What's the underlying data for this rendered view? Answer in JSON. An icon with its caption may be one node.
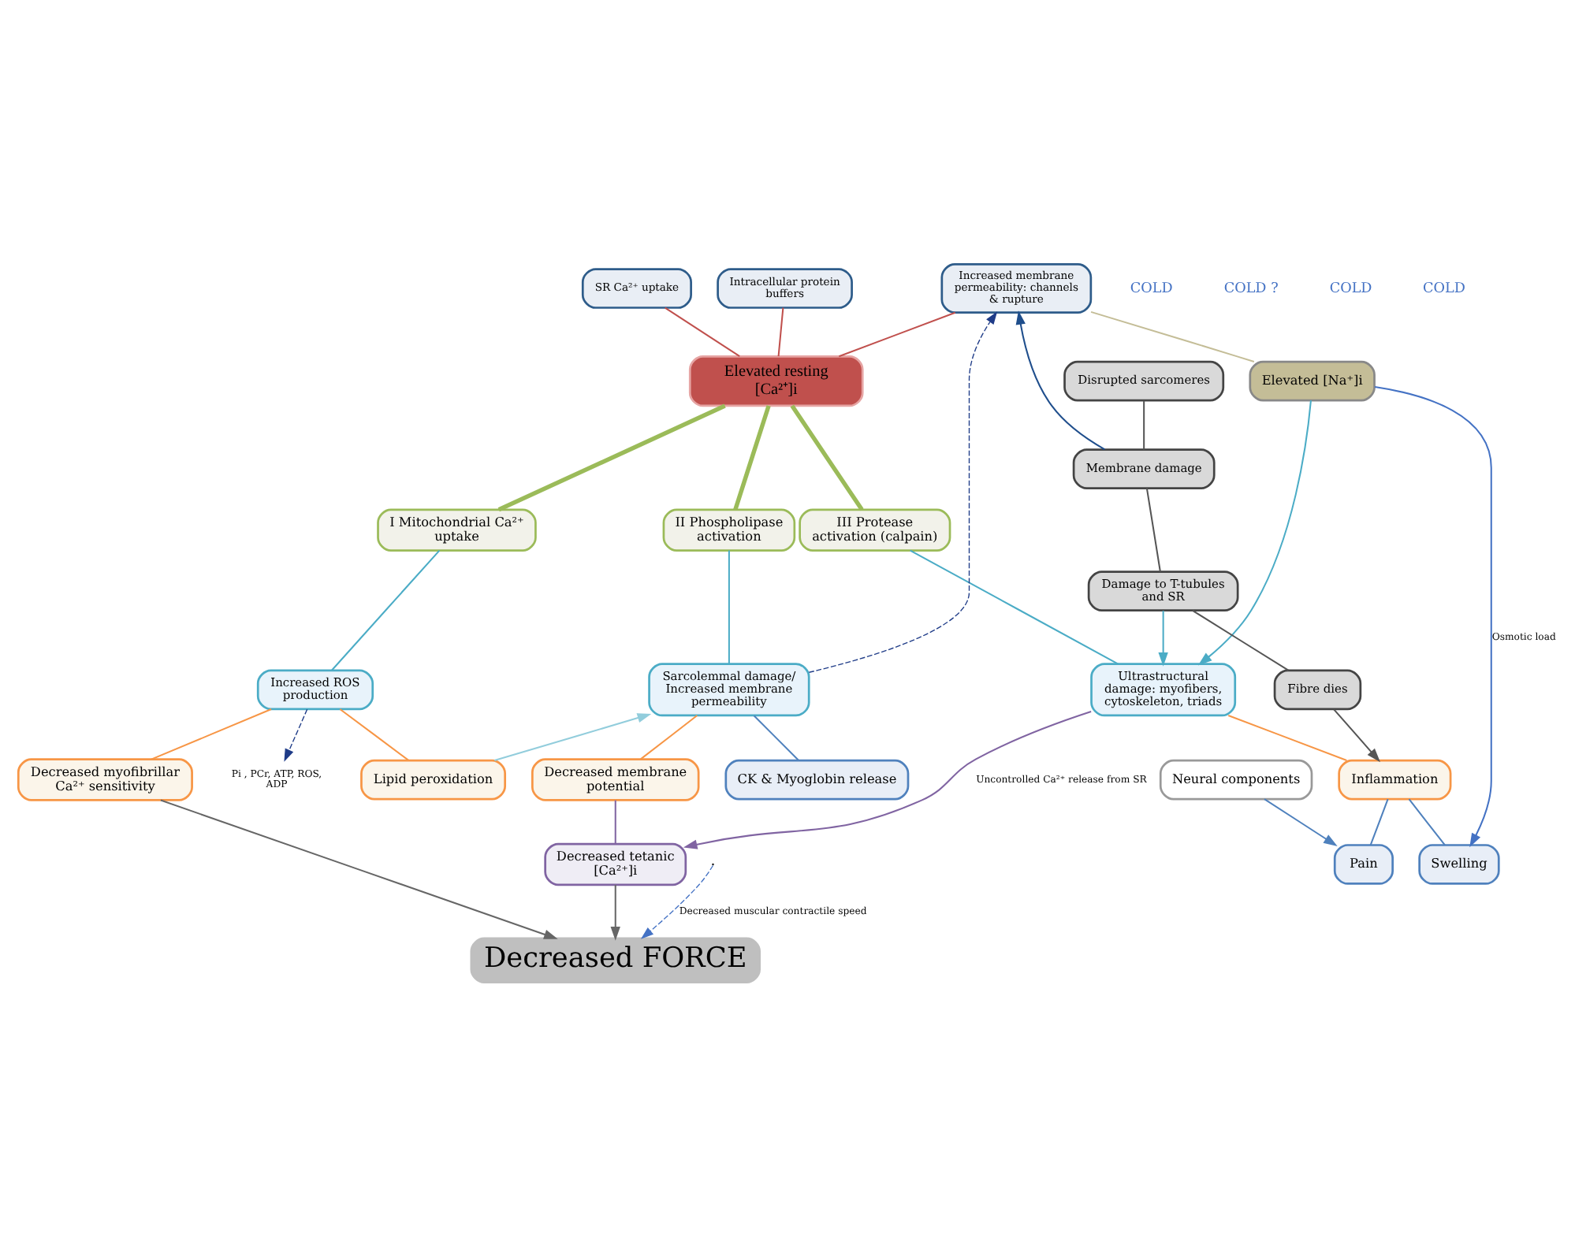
{
  "diagram": {
    "nodes": [
      {
        "text": [
          "SR Ca²⁺ uptake"
        ]
      },
      {
        "text": [
          "Intracellular protein buffers"
        ]
      },
      {
        "text": [
          "Increased membrane permeability: channels & rupture"
        ]
      },
      {
        "text": [
          "Elevated resting [Ca²⁺]i"
        ]
      },
      {
        "text": [
          "Elevated [Na⁺]i"
        ]
      },
      {
        "text": [
          "Disrupted sarcomeres"
        ]
      },
      {
        "text": [
          "Membrane damage"
        ]
      },
      {
        "text": [
          "Damage to T-tubules and SR"
        ]
      },
      {
        "text": [
          "Fibre dies"
        ]
      },
      {
        "text": [
          "I Mitochondrial Ca²⁺ uptake"
        ]
      },
      {
        "text": [
          "II Phospholipase activation"
        ]
      },
      {
        "text": [
          "III Protease activation (calpain)"
        ]
      },
      {
        "text": [
          "Increased ROS production"
        ]
      },
      {
        "text": [
          "Sarcolemmal damage/ Increased membrane permeability"
        ]
      },
      {
        "text": [
          "Ultrastructural damage: myofibers, cytoskeleton, triads"
        ]
      },
      {
        "text": [
          "Decreased myofibrillar Ca²⁺ sensitivity"
        ]
      },
      {
        "text": [
          "Lipid peroxidation"
        ]
      },
      {
        "text": [
          "CK & Myoglobin release"
        ]
      },
      {
        "text": [
          "Decreased membrane potential"
        ]
      },
      {
        "text": [
          "Decreased tetanic [Ca²⁺]i"
        ]
      },
      {
        "text": [
          "Inflammation"
        ]
      },
      {
        "text": [
          "Pain"
        ]
      },
      {
        "text": [
          "Swelling"
        ]
      },
      {
        "text": [
          "Neural components"
        ]
      },
      {
        "text": [
          "Decreased FORCE"
        ]
      },
      {
        "text": [
          "Pi , PCr, ATP, ROS, ADP"
        ]
      }
    ],
    "edges": [
      {
        "from": 0,
        "to": 3,
        "arrow": "none",
        "color": "#c0504d"
      },
      {
        "from": 1,
        "to": 3,
        "arrow": "none",
        "color": "#c0504d"
      },
      {
        "from": 2,
        "to": 3,
        "arrow": "none",
        "color": "#c0504d"
      },
      {
        "from": 2,
        "to": 4,
        "arrow": "none",
        "color": "#c4bd97"
      },
      {
        "from": 6,
        "to": 2,
        "arrow": "to",
        "color": "#1f4e8c"
      },
      {
        "from": 5,
        "to": 6,
        "arrow": "none",
        "color": "#555555"
      },
      {
        "from": 6,
        "to": 7,
        "arrow": "none",
        "color": "#555555"
      },
      {
        "from": 7,
        "to": 8,
        "arrow": "none",
        "color": "#555555"
      },
      {
        "from": 3,
        "to": 9,
        "arrow": "none",
        "style": "thick",
        "color": "#9bbb59"
      },
      {
        "from": 3,
        "to": 10,
        "arrow": "none",
        "style": "thick",
        "color": "#9bbb59"
      },
      {
        "from": 3,
        "to": 11,
        "arrow": "none",
        "style": "thick",
        "color": "#9bbb59"
      },
      {
        "from": 9,
        "to": 12,
        "arrow": "none",
        "color": "#4bacc6"
      },
      {
        "from": 10,
        "to": 13,
        "arrow": "none",
        "color": "#4bacc6"
      },
      {
        "from": 11,
        "to": 14,
        "arrow": "none",
        "color": "#4bacc6"
      },
      {
        "from": 12,
        "to": 25,
        "arrow": "to",
        "style": "dashed",
        "color": "#1f3c88"
      },
      {
        "from": 13,
        "to": 2,
        "arrow": "to",
        "style": "dashed",
        "color": "#1f3c88"
      },
      {
        "from": 12,
        "to": 15,
        "arrow": "none",
        "color": "#f79646"
      },
      {
        "from": 12,
        "to": 16,
        "arrow": "none",
        "color": "#f79646"
      },
      {
        "from": 16,
        "to": 13,
        "arrow": "to",
        "color": "#92cddc"
      },
      {
        "from": 13,
        "to": 18,
        "arrow": "none",
        "color": "#f79646"
      },
      {
        "from": 13,
        "to": 17,
        "arrow": "none",
        "color": "#4f81bd"
      },
      {
        "from": 18,
        "to": 19,
        "arrow": "none",
        "color": "#8064a2"
      },
      {
        "from": 14,
        "to": 19,
        "arrow": "to",
        "label": "Uncontrolled Ca²⁺ release from SR",
        "color": "#8064a2"
      },
      {
        "from": 14,
        "to": 20,
        "arrow": "none",
        "color": "#f79646"
      },
      {
        "from": 20,
        "to": 21,
        "arrow": "none",
        "color": "#4f81bd"
      },
      {
        "from": 20,
        "to": 22,
        "arrow": "none",
        "color": "#4f81bd"
      },
      {
        "from": 23,
        "to": 21,
        "arrow": "to",
        "color": "#4f81bd"
      },
      {
        "from": 15,
        "to": 24,
        "arrow": "to",
        "color": "#666666"
      },
      {
        "from": 19,
        "to": 24,
        "arrow": "to",
        "color": "#666666"
      },
      {
        "from": 8,
        "to": 20,
        "arrow": "to",
        "color": "#555555"
      },
      {
        "from": 4,
        "to": 14,
        "arrow": "to",
        "color": "#4bacc6"
      },
      {
        "from": 7,
        "to": 14,
        "arrow": "to",
        "color": "#4bacc6"
      },
      {
        "from": 4,
        "to": 22,
        "arrow": "to",
        "label": "Osmotic load",
        "color": "#4472c4"
      },
      {
        "from": null,
        "to": 24,
        "arrow": "to",
        "label": "Decreased muscular contractile speed",
        "style": "dashed",
        "color": "#4472c4"
      }
    ],
    "labels": [
      "COLD",
      "COLD ?",
      "COLD",
      "COLD"
    ]
  }
}
